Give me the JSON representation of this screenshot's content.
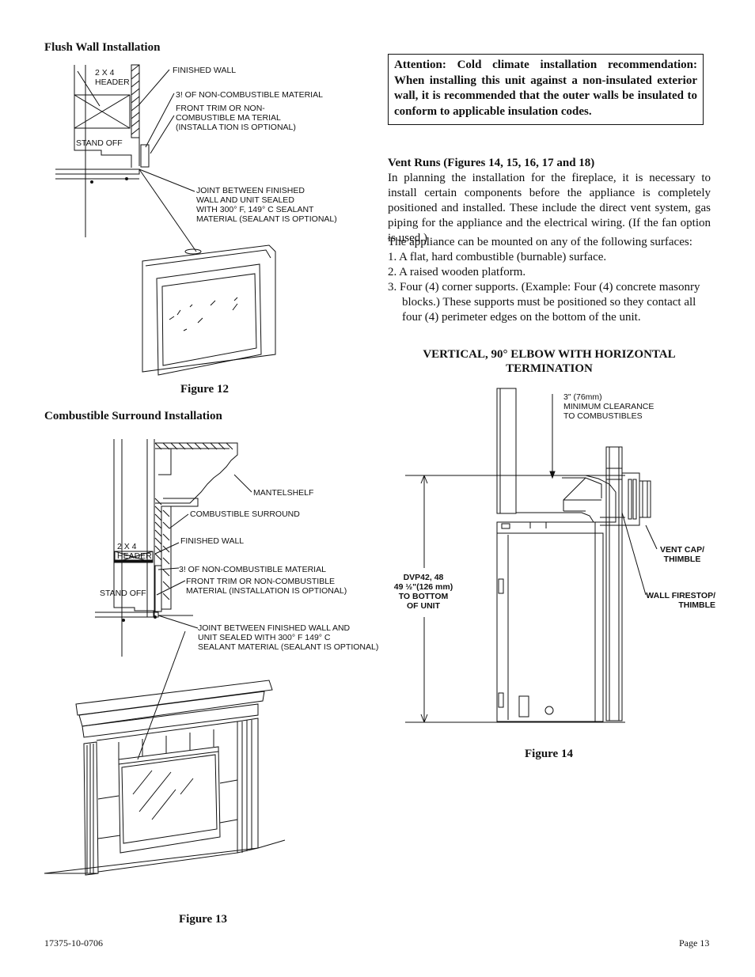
{
  "left": {
    "flush_heading": "Flush Wall Installation",
    "fig12": {
      "labels": {
        "header": [
          "2 X 4",
          "HEADER"
        ],
        "finished_wall": "FINISHED WALL",
        "non_combustible": "3! OF NON-COMBUSTIBLE MATERIAL",
        "front_trim": [
          "FRONT TRIM OR NON-",
          "COMBUSTIBLE MA TERIAL",
          "(INSTALLA TION IS OPTIONAL)"
        ],
        "stand_off": "STAND OFF",
        "joint": [
          "JOINT BETWEEN FINISHED",
          "WALL  AND UNIT SEALED",
          "WITH 300° F, 149° C SEALANT",
          "MATERIAL (SEALANT IS OPTIONAL)"
        ]
      },
      "caption": "Figure 12"
    },
    "surround_heading": "Combustible Surround Installation",
    "fig13": {
      "labels": {
        "mantelshelf": "MANTELSHELF",
        "combustible_surround": "COMBUSTIBLE SURROUND",
        "finished_wall": "FINISHED WALL",
        "header": [
          "2 X 4",
          "HEADER"
        ],
        "non_combustible": "3! OF NON-COMBUSTIBLE MATERIAL",
        "front_trim": [
          "FRONT TRIM OR NON-COMBUSTIBLE",
          "MATERIAL (INSTALLATION IS OPTIONAL)"
        ],
        "stand_off": "STAND OFF",
        "joint": [
          "JOINT BETWEEN FINISHED WALL AND",
          "UNIT SEALED WITH 300° F 149° C",
          "SEALANT MATERIAL (SEALANT IS OPTIONAL)"
        ]
      },
      "caption": "Figure 13"
    }
  },
  "right": {
    "attention": "Attention: Cold climate installation recommendation: When installing this unit against a non-insulated exterior wall, it is recommended that the outer walls be insulated to conform to applicable insulation codes.",
    "vent_heading": "Vent Runs (Figures 14, 15, 16, 17 and 18)",
    "vent_paragraph": "In planning the installation for the fireplace, it is necessary to install certain components before the appliance is completely positioned and installed. These include the direct vent system, gas piping for the appliance and the electrical wiring. (If the fan option is used.)",
    "surfaces_intro": "The appliance can be mounted on any of the following surfaces:",
    "surfaces": [
      "1. A flat, hard combustible (burnable) surface.",
      "2. A raised wooden platform.",
      "3. Four (4) corner supports. (Example: Four (4) concrete masonry blocks.) These supports must be positioned so they contact all four (4) perimeter edges on the bottom of the unit."
    ],
    "fig14": {
      "title": [
        "VERTICAL, 90° ELBOW WITH HORIZONTAL",
        "TERMINATION"
      ],
      "labels": {
        "clearance": [
          "3\" (76mm)",
          "MINIMUM CLEARANCE",
          "TO COMBUSTIBLES"
        ],
        "vent_cap": [
          "VENT CAP/",
          "THIMBLE"
        ],
        "firestop": [
          "WALL FIRESTOP/",
          "THIMBLE"
        ],
        "dimension": [
          "DVP42, 48",
          "49 ½\"(126 mm)",
          "TO BOTTOM",
          "OF UNIT"
        ]
      },
      "caption": "Figure 14"
    }
  },
  "footer": {
    "doc_number": "17375-10-0706",
    "page": "Page 13"
  }
}
